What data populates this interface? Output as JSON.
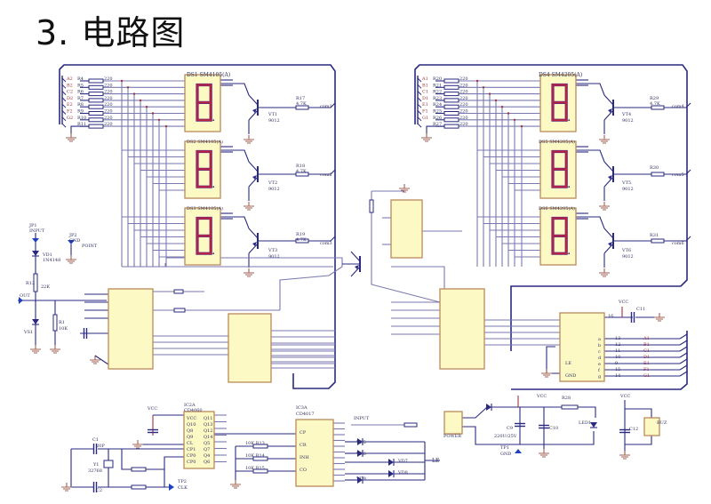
{
  "title": "3. 电路图",
  "colors": {
    "wire": "#7a7ab0",
    "trace": "#2a2a80",
    "body_fill": "#fdf9c4",
    "body_stroke": "#b88a5a",
    "segment": "#c0203a",
    "ground": "#a06050"
  },
  "left_panel": {
    "rows": [
      {
        "net": "A2",
        "ref": "R4",
        "val": "220"
      },
      {
        "net": "B2",
        "ref": "R5",
        "val": "220"
      },
      {
        "net": "C2",
        "ref": "R6",
        "val": "220"
      },
      {
        "net": "D2",
        "ref": "R7",
        "val": "220"
      },
      {
        "net": "E2",
        "ref": "R8",
        "val": "220"
      },
      {
        "net": "F2",
        "ref": "R9",
        "val": "220"
      },
      {
        "net": "G2",
        "ref": "R10",
        "val": "220"
      },
      {
        "net": "",
        "ref": "R11",
        "val": "220"
      }
    ],
    "displays": [
      "DS1  SM4105(A)",
      "DS2  SM4105(A)",
      "DS3  SM4105(A)"
    ],
    "transistors": [
      {
        "ref": "VT1",
        "type": "9012"
      },
      {
        "ref": "VT2",
        "type": "9012"
      },
      {
        "ref": "VT3",
        "type": "9012"
      }
    ],
    "resistors": [
      {
        "ref": "R17",
        "val": "4.7K"
      },
      {
        "ref": "R18",
        "val": "4.7K"
      },
      {
        "ref": "R19",
        "val": "4.7K"
      }
    ],
    "com": [
      "com1",
      "com2",
      "com3"
    ]
  },
  "right_panel": {
    "rows": [
      {
        "net": "A1",
        "ref": "R20",
        "val": "220"
      },
      {
        "net": "B1",
        "ref": "R21",
        "val": "220"
      },
      {
        "net": "C1",
        "ref": "R22",
        "val": "220"
      },
      {
        "net": "D1",
        "ref": "R23",
        "val": "220"
      },
      {
        "net": "E1",
        "ref": "R24",
        "val": "220"
      },
      {
        "net": "F1",
        "ref": "R25",
        "val": "220"
      },
      {
        "net": "G1",
        "ref": "R26",
        "val": "220"
      },
      {
        "net": "",
        "ref": "R27",
        "val": "220"
      }
    ],
    "displays": [
      "DS4  SM4205(A)",
      "DS5  SM4205(A)",
      "DS6  SM4205(A)"
    ],
    "transistors": [
      {
        "ref": "VT4",
        "type": "9012"
      },
      {
        "ref": "VT5",
        "type": "9012"
      },
      {
        "ref": "VT6",
        "type": "9012"
      }
    ],
    "resistors": [
      {
        "ref": "R29",
        "val": "4.7K"
      },
      {
        "ref": "R30",
        "val": ""
      },
      {
        "ref": "R31",
        "val": ""
      }
    ],
    "com": [
      "com4",
      "com5",
      "com6"
    ]
  },
  "input": {
    "jp1": "JP1",
    "jp1_label": "INPUT",
    "jp2": "JP2",
    "jp2_net": "GND",
    "jp2_label": "POINT",
    "vd1": "VD1",
    "vd1_type": "1N4148",
    "r12": "R12",
    "r12_val": "22K",
    "r1": "R1",
    "r1_val": "10K",
    "vs1": "VS1",
    "out": "OUT"
  },
  "decoder": {
    "right_outputs": [
      {
        "pin": "13",
        "net": "A1"
      },
      {
        "pin": "12",
        "net": "B1"
      },
      {
        "pin": "11",
        "net": "C1"
      },
      {
        "pin": "10",
        "net": "D1"
      },
      {
        "pin": "9",
        "net": "E1"
      },
      {
        "pin": "15",
        "net": "F1"
      },
      {
        "pin": "14",
        "net": "G1"
      }
    ],
    "seg_letters": [
      "a",
      "b",
      "c",
      "d",
      "e",
      "f",
      "g"
    ],
    "vcc": "VCC",
    "vcc_pin": "16",
    "c11": "C11",
    "le": "LE",
    "gnd": "GND"
  },
  "power": {
    "vcc": "VCC",
    "r28": "R28",
    "led1": "LED1",
    "c9": "C9",
    "c9_val": "220U/25V",
    "c10": "C10",
    "tp1": "TP1",
    "tp1_label": "GND",
    "c12": "C12",
    "buz": "BUZ",
    "socket": "POWER"
  },
  "clock": {
    "ic2a": "IC2A",
    "ic2a_type": "CD4060",
    "ic2_pins": [
      "VCC",
      "Q10",
      "Q8",
      "Q9",
      "CL",
      "CP1",
      "CP0",
      "CP0"
    ],
    "ic2_pins_r": [
      "Q11",
      "Q13",
      "Q12",
      "Q14",
      "Q5",
      "Q7",
      "Q4",
      "Q6"
    ],
    "y1": "Y1",
    "y1_val": "32768",
    "c1": "C1",
    "c1_val": "20P",
    "c2": "C2",
    "tp2": "TP2",
    "tp2_label": "CLK",
    "vcc": "VCC"
  },
  "counter": {
    "ic3a": "IC3A",
    "ic3a_type": "CD4017",
    "pins": [
      "CP",
      "CR",
      "INH",
      "CO"
    ],
    "resistors": [
      "10K  R13",
      "10K  R14",
      "10K  R15"
    ],
    "leds": [
      "VD5",
      "VD6",
      "VD7",
      "VD8",
      "VD9"
    ],
    "le": "LE",
    "net": "INPUT"
  }
}
